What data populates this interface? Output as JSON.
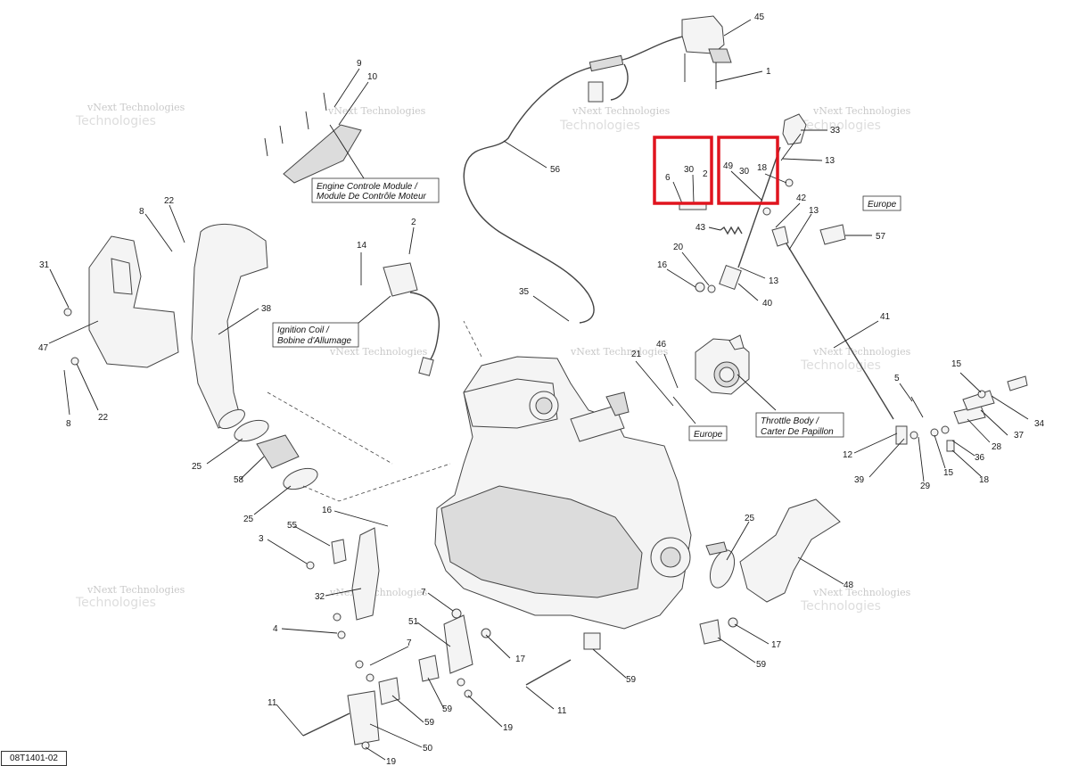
{
  "diagram_code": "08T1401-02",
  "watermark": {
    "line1": "vNext Technologies",
    "line2": "Technologies"
  },
  "callouts": {
    "engine_module": [
      "Engine Controle Module /",
      "Module De Contrôle Moteur"
    ],
    "ignition_coil": [
      "Ignition Coil /",
      "Bobine d'Allumage"
    ],
    "throttle_body": [
      "Throttle Body /",
      "Carter De Papillon"
    ],
    "europe_top": "Europe",
    "europe_mid": "Europe"
  },
  "part_numbers": {
    "p45": "45",
    "p1": "1",
    "p33": "33",
    "p13a": "13",
    "p18": "18",
    "p30a": "30",
    "p30b": "30",
    "p2a": "2",
    "p6": "6",
    "p49": "49",
    "p42": "42",
    "p13b": "13",
    "p57": "57",
    "p43": "43",
    "p20": "20",
    "p16a": "16",
    "p13c": "13",
    "p40": "40",
    "p41": "41",
    "p56": "56",
    "p9": "9",
    "p10": "10",
    "p8a": "8",
    "p22a": "22",
    "p2b": "2",
    "p14": "14",
    "p31": "31",
    "p38": "38",
    "p35": "35",
    "p47": "47",
    "p8b": "8",
    "p22b": "22",
    "p21": "21",
    "p46": "46",
    "p5": "5",
    "p15a": "15",
    "p34": "34",
    "p37": "37",
    "p28": "28",
    "p36": "36",
    "p12": "12",
    "p15b": "15",
    "p18b": "18",
    "p39": "39",
    "p29": "29",
    "p25a": "25",
    "p58": "58",
    "p25b": "25",
    "p16b": "16",
    "p3": "3",
    "p55": "55",
    "p32": "32",
    "p4": "4",
    "p7a": "7",
    "p51": "51",
    "p7b": "7",
    "p17a": "17",
    "p11a": "11",
    "p59a": "59",
    "p59b": "59",
    "p19a": "19",
    "p11b": "11",
    "p50": "50",
    "p19b": "19",
    "p59c": "59",
    "p25c": "25",
    "p48": "48",
    "p17b": "17",
    "p59d": "59"
  },
  "highlight_color": "#e0141e"
}
